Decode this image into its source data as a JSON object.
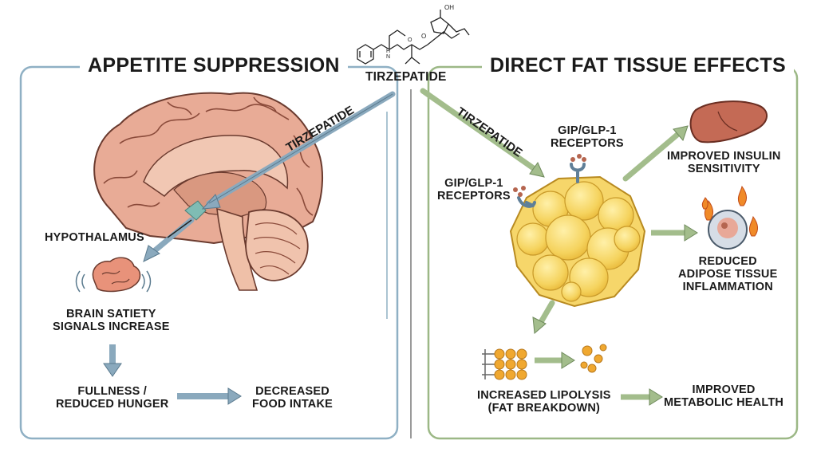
{
  "panels": {
    "left": {
      "title": "APPETITE SUPPRESSION",
      "border_color": "#8fb0c4"
    },
    "right": {
      "title": "DIRECT FAT TISSUE EFFECTS",
      "border_color": "#9cb886"
    }
  },
  "drug": {
    "name": "TIRZEPATIDE",
    "structure_labels": [
      "OH",
      "O",
      "H",
      "N",
      "O"
    ]
  },
  "left_flow": {
    "arrow_label": "TIRZEPATIDE",
    "hypothalamus": "HYPOTHALAMUS",
    "satiety": [
      "BRAIN SATIETY",
      "SIGNALS INCREASE"
    ],
    "fullness": [
      "FULLNESS /",
      "REDUCED HUNGER"
    ],
    "intake": [
      "DECREASED",
      "FOOD INTAKE"
    ]
  },
  "right_flow": {
    "arrow_label": "TIRZEPATIDE",
    "receptor_top": [
      "GIP/GLP-1",
      "RECEPTORS"
    ],
    "receptor_left": [
      "GIP/GLP-1",
      "RECEPTORS"
    ],
    "insulin": [
      "IMPROVED INSULIN",
      "SENSITIVITY"
    ],
    "inflammation": [
      "REDUCED",
      "ADIPOSE TISSUE",
      "INFLAMMATION"
    ],
    "lipolysis": [
      "INCREASED LIPOLYSIS",
      "(FAT BREAKDOWN)"
    ],
    "metabolic": [
      "IMPROVED",
      "METABOLIC HEALTH"
    ]
  },
  "colors": {
    "blue_arrow": "#8aa9bd",
    "green_arrow": "#a3bd8c",
    "brain_fill": "#e7a994",
    "fat_fill": "#f6d66a",
    "liver_fill": "#c46a55"
  },
  "icons": [
    "brain-icon",
    "liver-icon",
    "fat-cell-icon",
    "molecule-icon",
    "flame-icon",
    "receptor-icon"
  ]
}
